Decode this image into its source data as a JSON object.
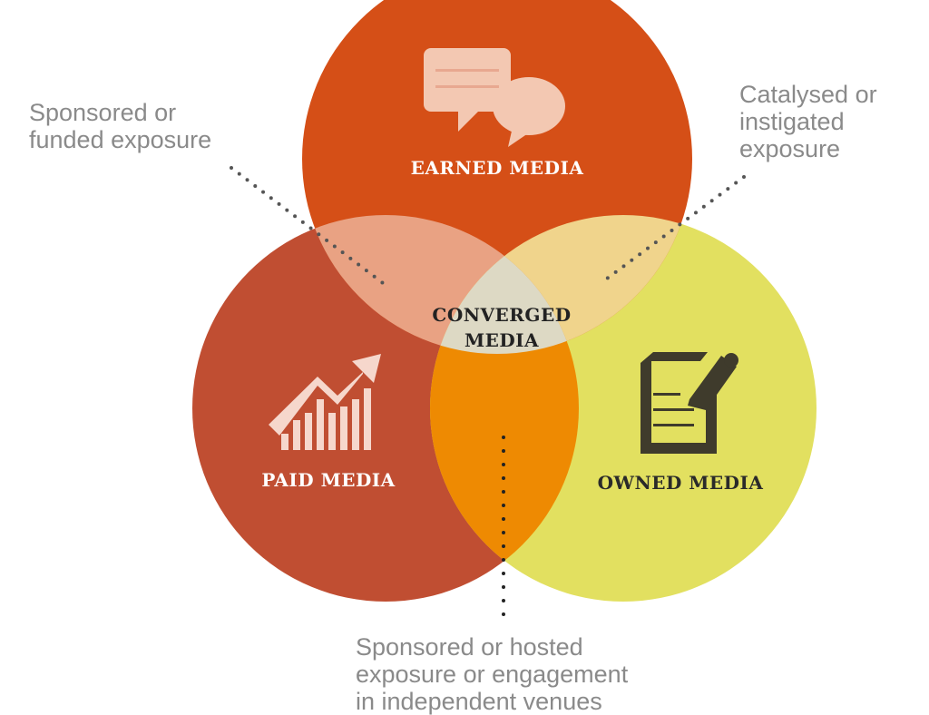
{
  "colors": {
    "earned": "#D54F17",
    "paid": "#C04E32",
    "owned": "#E2E060",
    "earned_paid": "#E9A283",
    "earned_owned": "#F0D48C",
    "paid_owned": "#EE8A02",
    "converged": "#DDD9C4"
  },
  "circles": {
    "earned": {
      "label": "EARNED MEDIA",
      "icon": "speech-bubbles-icon"
    },
    "paid": {
      "label": "PAID MEDIA",
      "icon": "growth-chart-icon"
    },
    "owned": {
      "label": "OWNED MEDIA",
      "icon": "document-pencil-icon"
    },
    "center": {
      "line1": "CONVERGED",
      "line2": "MEDIA"
    }
  },
  "notes": {
    "sponsored_funded": "Sponsored or\nfunded exposure",
    "catalysed": "Catalysed or\ninstigated\nexposure",
    "sponsored_hosted": "Sponsored or hosted\nexposure or engagement\nin independent venues"
  }
}
